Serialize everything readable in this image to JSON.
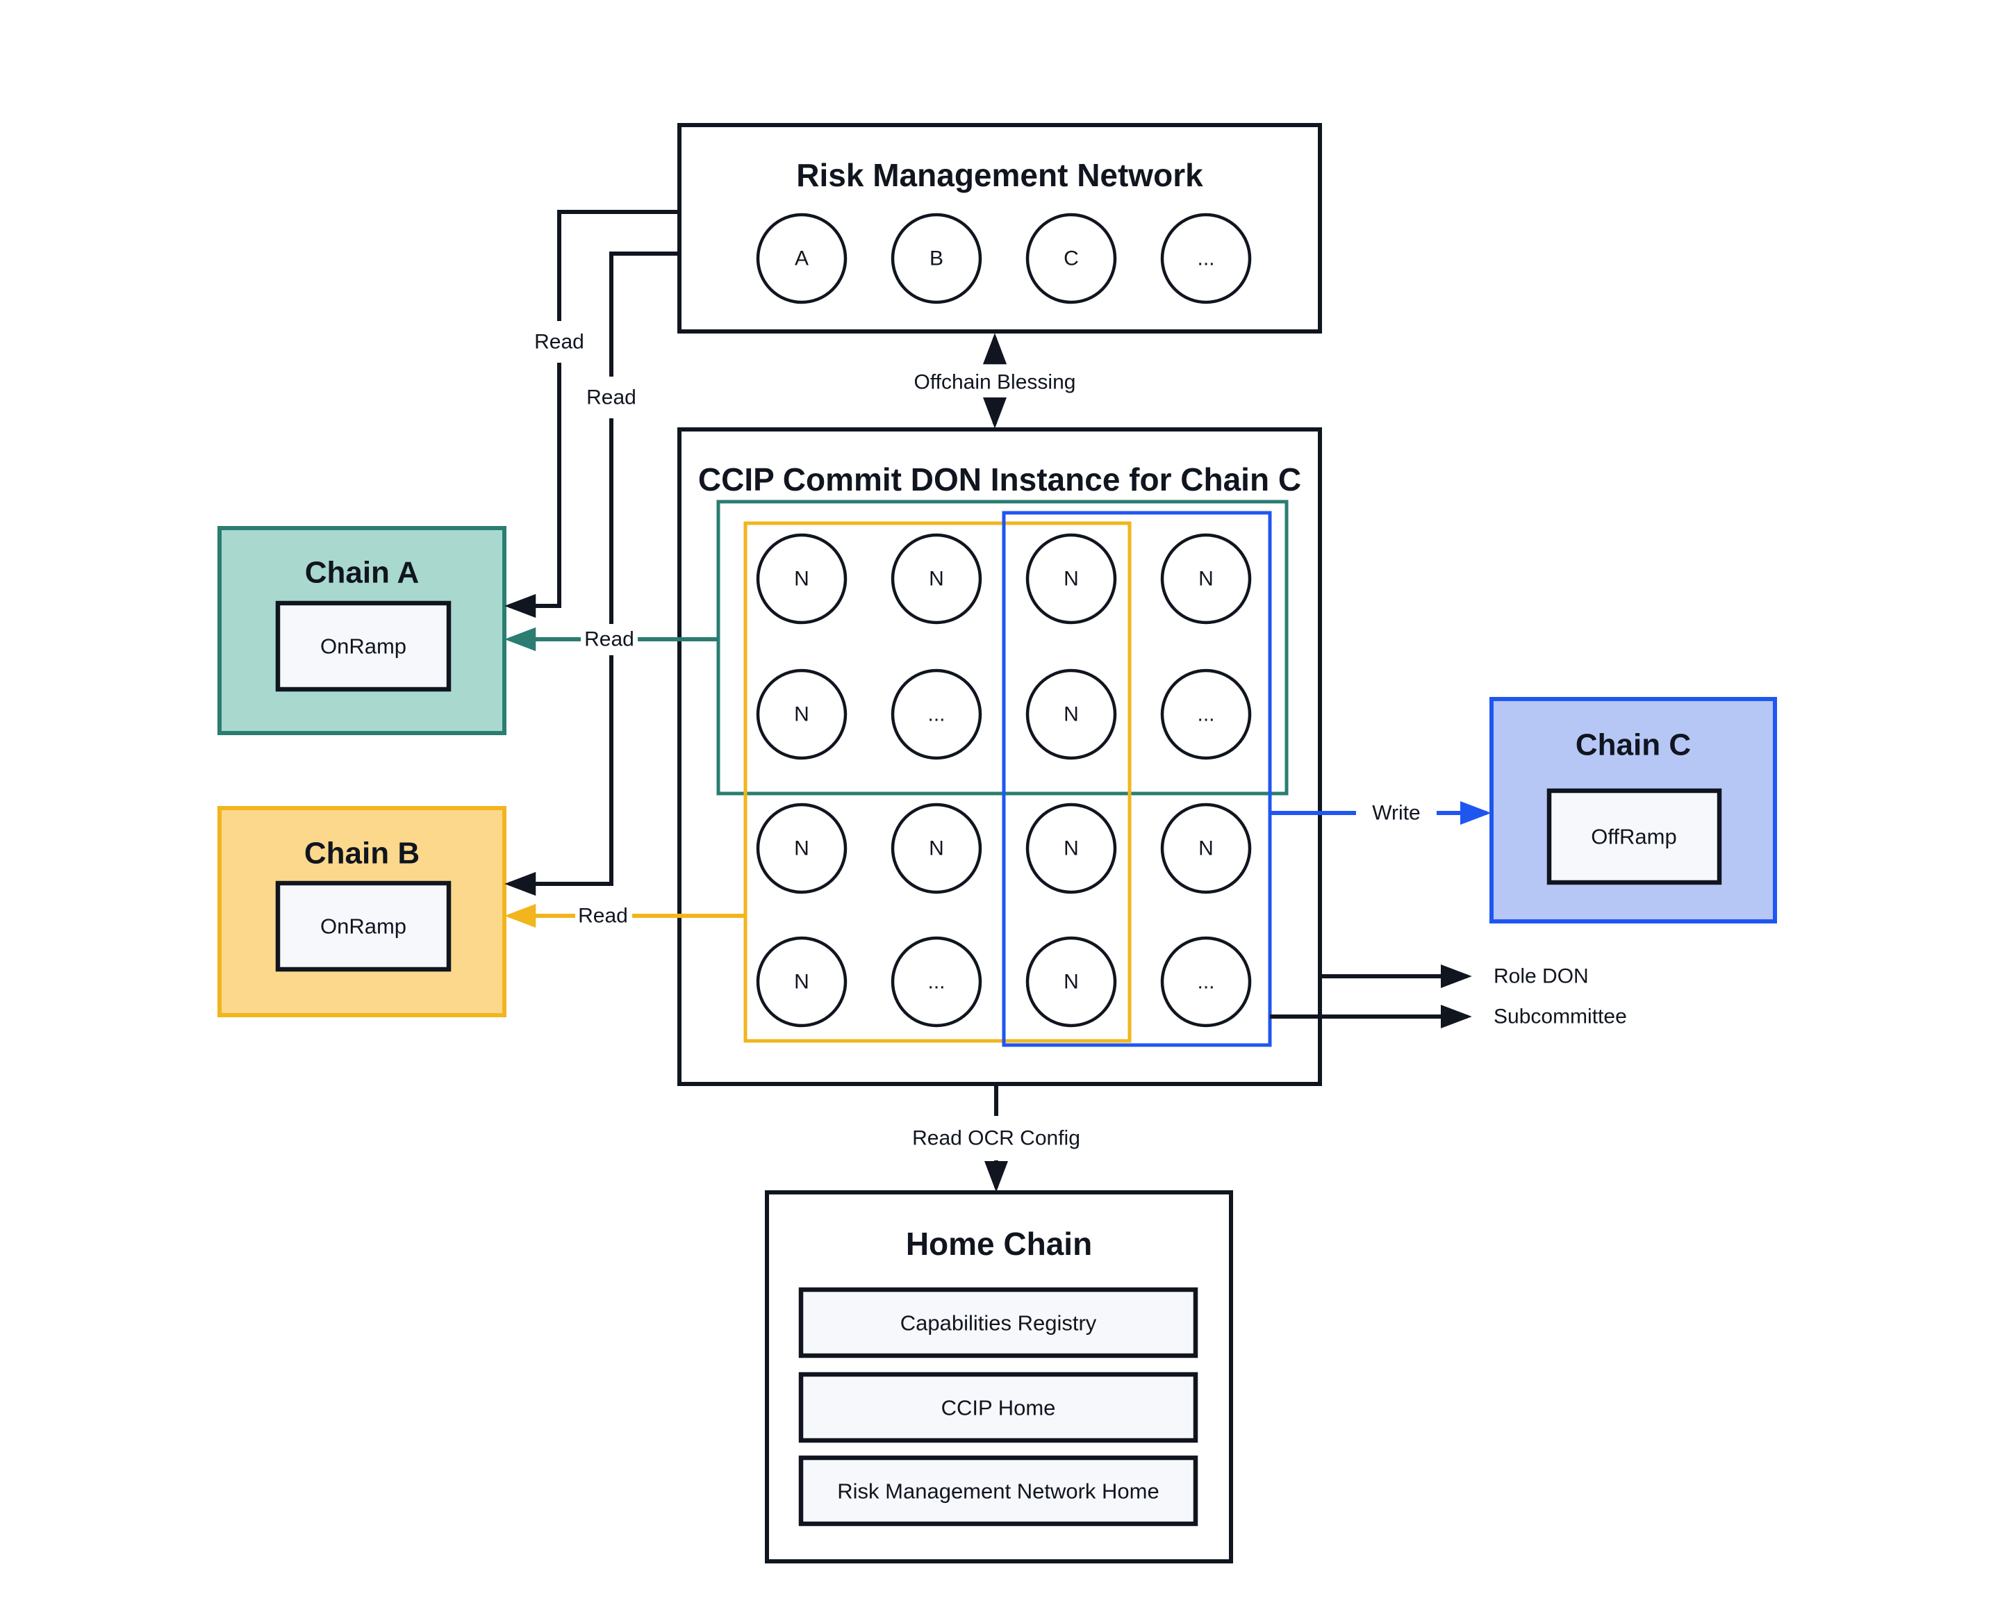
{
  "colors": {
    "ink": "#10151F",
    "teal": "#2A7D70",
    "teal_fill": "#A9D8CE",
    "amber": "#F2B51D",
    "amber_fill": "#FBD88C",
    "blue": "#2056F0",
    "blue_fill": "#B6C7F6",
    "panel_fill": "#F7F8FC",
    "background": "#FFFFFF"
  },
  "rmn": {
    "title": "Risk Management Network",
    "nodes": [
      "A",
      "B",
      "C",
      "..."
    ]
  },
  "ccip_don": {
    "title": "CCIP Commit DON Instance for Chain C",
    "grid": [
      [
        "N",
        "N",
        "N",
        "N"
      ],
      [
        "N",
        "...",
        "N",
        "..."
      ],
      [
        "N",
        "N",
        "N",
        "N"
      ],
      [
        "N",
        "...",
        "N",
        "..."
      ]
    ]
  },
  "chain_a": {
    "title": "Chain A",
    "contract": "OnRamp"
  },
  "chain_b": {
    "title": "Chain B",
    "contract": "OnRamp"
  },
  "chain_c": {
    "title": "Chain C",
    "contract": "OffRamp"
  },
  "home_chain": {
    "title": "Home Chain",
    "contracts": [
      "Capabilities Registry",
      "CCIP Home",
      "Risk Management Network Home"
    ]
  },
  "labels": {
    "read": "Read",
    "write": "Write",
    "offchain_blessing": "Offchain Blessing",
    "read_ocr_config": "Read OCR Config",
    "role_don": "Role DON",
    "subcommittee": "Subcommittee"
  }
}
